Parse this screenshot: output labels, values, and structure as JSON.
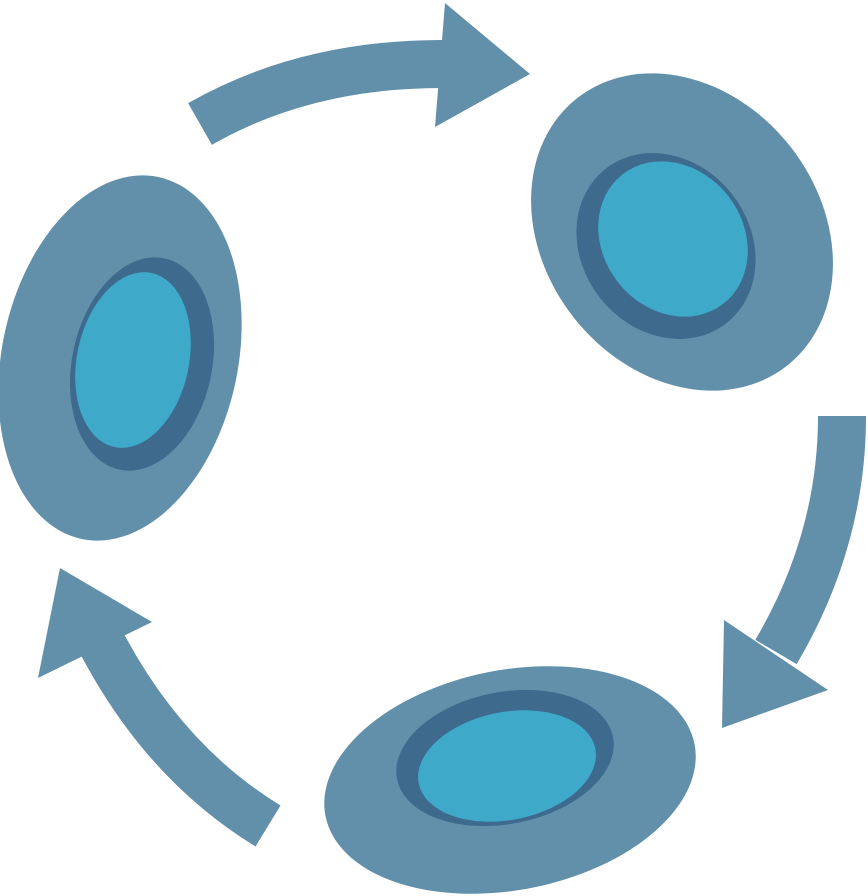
{
  "colors": {
    "background": "#ffffff",
    "arrow": "#6290aa",
    "cell_body": "#6290aa",
    "nucleus_rim": "#3e6b8d",
    "nucleus": "#3ea9c9"
  },
  "cycle": {
    "cells": [
      {
        "id": "cell-left",
        "icon": "cell-icon"
      },
      {
        "id": "cell-top-right",
        "icon": "cell-icon"
      },
      {
        "id": "cell-bottom",
        "icon": "cell-icon"
      }
    ],
    "arrows": [
      {
        "id": "arrow-top",
        "direction": "clockwise"
      },
      {
        "id": "arrow-right",
        "direction": "clockwise"
      },
      {
        "id": "arrow-bottom-left",
        "direction": "clockwise"
      }
    ]
  }
}
